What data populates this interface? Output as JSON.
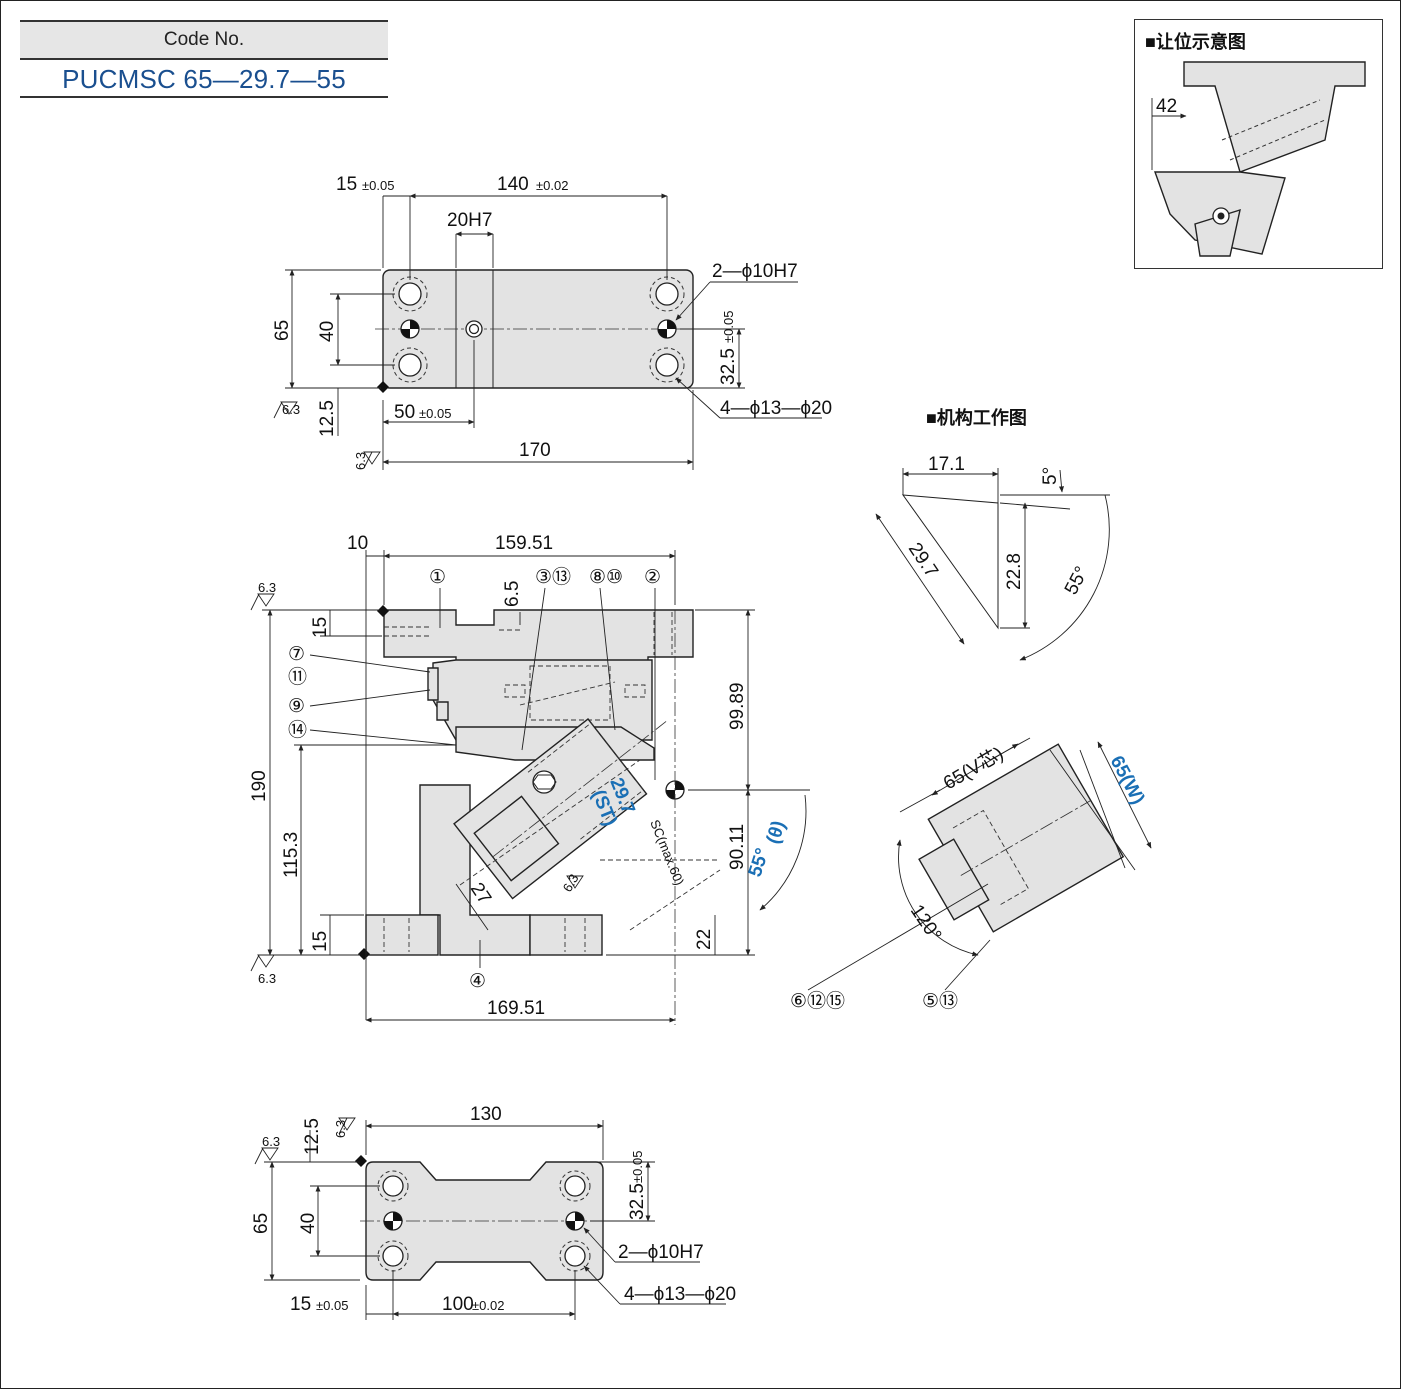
{
  "code_table": {
    "header": "Code No.",
    "value": "PUCMSC 65—29.7—55"
  },
  "inset": {
    "title": "■让位示意图",
    "dim": "42"
  },
  "mechanism": {
    "title": "■机构工作图",
    "dims": {
      "d171": "17.1",
      "d5": "5°",
      "d297": "29.7",
      "d228": "22.8",
      "d55": "55°",
      "v": "65(V芯)",
      "w": "65(W)",
      "a120": "120°"
    },
    "balloons": {
      "b6": "⑥⑫⑮",
      "b5": "⑤⑬"
    }
  },
  "top_view": {
    "dims": {
      "d15": "15",
      "tol15": "±0.05",
      "d140": "140",
      "tol140": "±0.02",
      "d20h7": "20H7",
      "d65": "65",
      "d40": "40",
      "d125": "12.5",
      "d50": "50",
      "tol50": "±0.05",
      "d170": "170",
      "d325": "32.5",
      "tol325": "±0.05",
      "pin": "2—ϕ10H7",
      "bolt": "4—ϕ13—ϕ20",
      "rough1": "6.3",
      "rough2": "6.3"
    }
  },
  "front_view": {
    "dims": {
      "d10": "10",
      "d15951": "159.51",
      "d65": "6.5",
      "d15a": "15",
      "d190": "190",
      "d1153": "115.3",
      "d15b": "15",
      "d9989": "99.89",
      "d9011": "90.11",
      "d22": "22",
      "d27": "27",
      "d16951": "169.51",
      "sc": "SC(max.60)",
      "rough1": "6.3",
      "rough2": "6.3",
      "rough3": "6.3"
    },
    "blue": {
      "st_val": "29.7",
      "st_lbl": "(ST)",
      "ang_val": "55°",
      "ang_lbl": "(θ)"
    },
    "balloons": {
      "b1": "①",
      "b313": "③⑬",
      "b810": "⑧⑩",
      "b2": "②",
      "b7": "⑦",
      "b11": "⑪",
      "b9": "⑨",
      "b14": "⑭",
      "b4": "④"
    }
  },
  "bottom_view": {
    "dims": {
      "d130": "130",
      "d125": "12.5",
      "d65": "65",
      "d40": "40",
      "d15": "15",
      "tol15": "±0.05",
      "d100": "100",
      "tol100": "±0.02",
      "d325": "32.5",
      "tol325": "±0.05",
      "pin": "2—ϕ10H7",
      "bolt": "4—ϕ13—ϕ20",
      "rough1": "6.3",
      "rough2": "6.3"
    }
  }
}
